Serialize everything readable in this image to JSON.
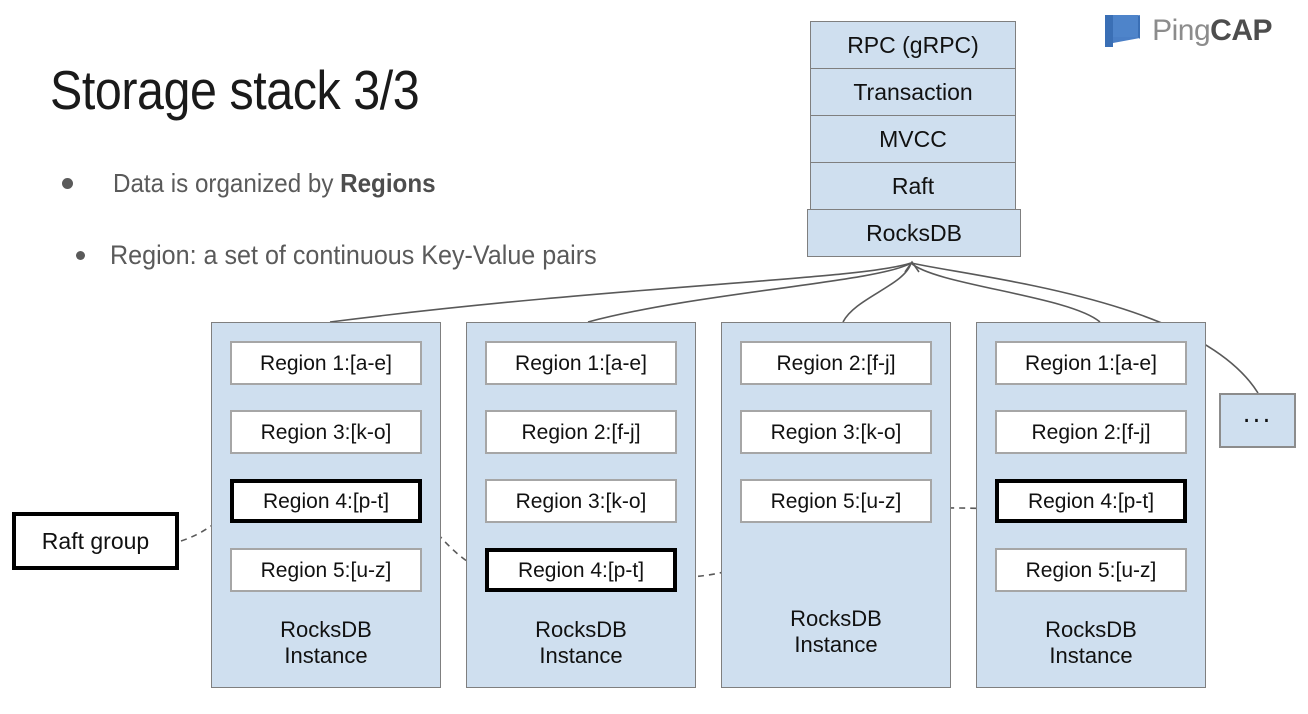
{
  "slide": {
    "title": "Storage stack 3/3",
    "bullets": [
      {
        "text_before": "Data is organized by ",
        "text_bold": "Regions",
        "text_after": ""
      },
      {
        "text_before": "Region: a set of continuous Key-Value pairs",
        "text_bold": "",
        "text_after": ""
      }
    ]
  },
  "brand": {
    "name_light": "Ping",
    "name_bold": "CAP",
    "mark_color_dark": "#3a6fb5",
    "mark_color_light": "#5b8fd4",
    "text_color_light": "#8c8c8c",
    "text_color_bold": "#4d4d4d"
  },
  "architecture_stack": {
    "layers": [
      {
        "label": "RPC (gRPC)"
      },
      {
        "label": "Transaction"
      },
      {
        "label": "MVCC"
      },
      {
        "label": "Raft"
      },
      {
        "label": "RocksDB"
      }
    ],
    "fill_color": "#cfdfef",
    "border_color": "#7f7f7f"
  },
  "instances": [
    {
      "caption_line1": "RocksDB",
      "caption_line2": "Instance",
      "regions": [
        {
          "label": "Region 1:[a-e]",
          "highlighted": false
        },
        {
          "label": "Region 3:[k-o]",
          "highlighted": false
        },
        {
          "label": "Region 4:[p-t]",
          "highlighted": true
        },
        {
          "label": "Region 5:[u-z]",
          "highlighted": false
        }
      ]
    },
    {
      "caption_line1": "RocksDB",
      "caption_line2": "Instance",
      "regions": [
        {
          "label": "Region 1:[a-e]",
          "highlighted": false
        },
        {
          "label": "Region 2:[f-j]",
          "highlighted": false
        },
        {
          "label": "Region 3:[k-o]",
          "highlighted": false
        },
        {
          "label": "Region 4:[p-t]",
          "highlighted": true
        }
      ]
    },
    {
      "caption_line1": "RocksDB",
      "caption_line2": "Instance",
      "regions": [
        {
          "label": "Region 2:[f-j]",
          "highlighted": false
        },
        {
          "label": "Region 3:[k-o]",
          "highlighted": false
        },
        {
          "label": "Region 5:[u-z]",
          "highlighted": false
        }
      ]
    },
    {
      "caption_line1": "RocksDB",
      "caption_line2": "Instance",
      "regions": [
        {
          "label": "Region 1:[a-e]",
          "highlighted": false
        },
        {
          "label": "Region 2:[f-j]",
          "highlighted": false
        },
        {
          "label": "Region 4:[p-t]",
          "highlighted": true
        },
        {
          "label": "Region 5:[u-z]",
          "highlighted": false
        }
      ]
    }
  ],
  "more_instances": {
    "label": "..."
  },
  "callout": {
    "label": "Raft group"
  },
  "colors": {
    "panel_fill": "#cfdfef",
    "panel_border": "#7f7f7f",
    "region_border": "#a6a6a6",
    "highlight_border": "#000000",
    "bullet_text": "#5a5a5a",
    "connector": "#595959"
  }
}
